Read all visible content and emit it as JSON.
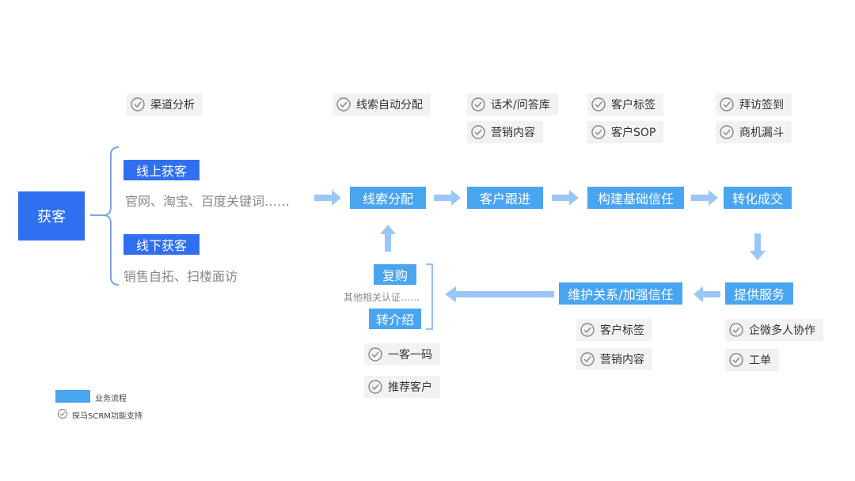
{
  "root": "获客",
  "online": {
    "label": "线上获客",
    "detail": "官网、淘宝、百度关键词……"
  },
  "offline": {
    "label": "线下获客",
    "detail": "销售自拓、扫楼面访"
  },
  "flow": {
    "step1": "线索分配",
    "step2": "客户跟进",
    "step3": "构建基础信任",
    "step4": "转化成交",
    "step5": "提供服务",
    "step6": "维护关系/加强信任"
  },
  "repurchase": {
    "label": "复购",
    "other": "其他相关认证……",
    "referral": "转介绍"
  },
  "features": {
    "channel": "渠道分析",
    "auto_assign": "线索自动分配",
    "script_qa": "话术/问答库",
    "marketing1": "营销内容",
    "tags1": "客户标签",
    "sop": "客户SOP",
    "visit": "拜访签到",
    "funnel": "商机漏斗",
    "tags2": "客户标签",
    "marketing2": "营销内容",
    "collab": "企微多人协作",
    "ticket": "工单",
    "one_code": "一客一码",
    "recommend": "推荐客户"
  },
  "legend": {
    "flow": "业务流程",
    "support": "探马SCRM功能支持"
  },
  "colors": {
    "flow_box": "#4aa5f0",
    "root_box": "#2f6ff0",
    "arrow": "#9cc6f5",
    "bracket": "#7aa7e8"
  }
}
